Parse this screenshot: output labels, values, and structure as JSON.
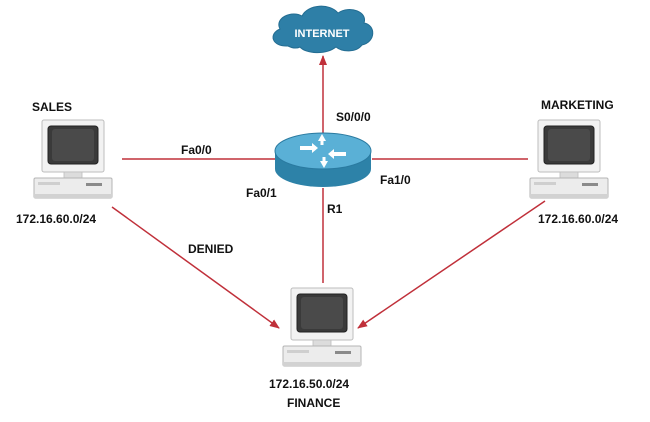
{
  "internet": {
    "label": "INTERNET"
  },
  "router": {
    "name": "R1",
    "interfaces": {
      "serial": "S0/0/0",
      "fa00": "Fa0/0",
      "fa01": "Fa0/1",
      "fa10": "Fa1/0"
    }
  },
  "hosts": {
    "sales": {
      "label": "SALES",
      "network": "172.16.60.0/24"
    },
    "marketing": {
      "label": "MARKETING",
      "network": "172.16.60.0/24"
    },
    "finance": {
      "label": "FINANCE",
      "network": "172.16.50.0/24"
    }
  },
  "annotations": {
    "denied": "DENIED"
  },
  "colors": {
    "link": "#c0303a",
    "cloud": "#2e7fa7",
    "router_body": "#2d82a8",
    "router_top": "#5ab0d6"
  }
}
